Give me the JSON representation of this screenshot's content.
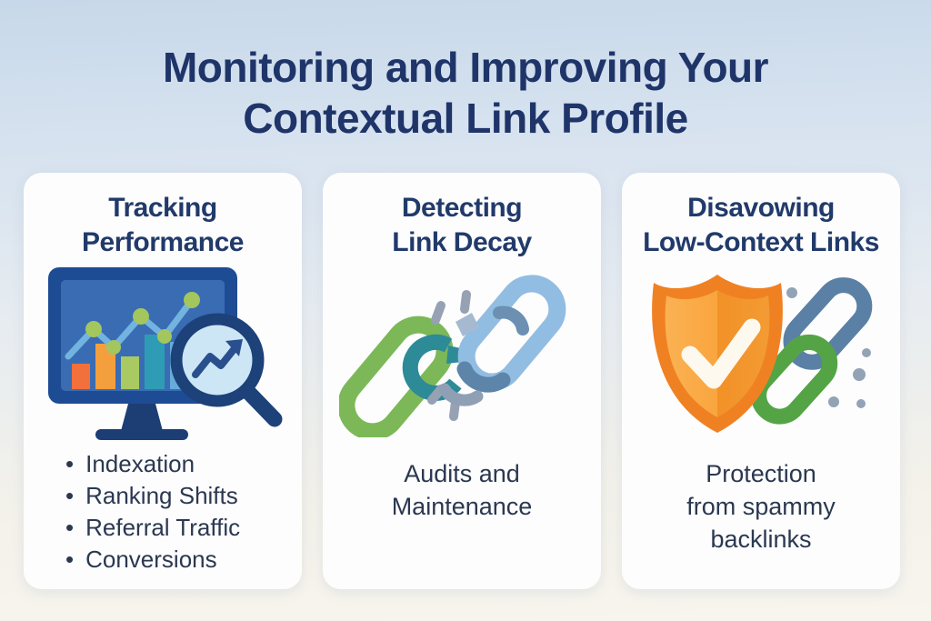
{
  "header": {
    "title_line1": "Monitoring and Improving Your",
    "title_line2": "Contextual Link Profile"
  },
  "cards": [
    {
      "title_line1": "Tracking",
      "title_line2": "Performance",
      "icon": "analytics-monitor-magnifier-icon",
      "bullets": [
        "Indexation",
        "Ranking Shifts",
        "Referral Traffic",
        "Conversions"
      ]
    },
    {
      "title_line1": "Detecting",
      "title_line2": "Link Decay",
      "icon": "broken-chain-icon",
      "caption_lines": [
        "Audits and",
        "Maintenance"
      ]
    },
    {
      "title_line1": "Disavowing",
      "title_line2": "Low-Context Links",
      "icon": "shield-checkmark-chain-icon",
      "caption_lines": [
        "Protection",
        "from spammy",
        "backlinks"
      ]
    }
  ],
  "colors": {
    "title_navy": "#1f3569",
    "body_text": "#2b3850",
    "background_top": "#c7d8ea",
    "background_bottom": "#f8f5ee",
    "card_background": "#fdfdfe",
    "monitor_blue": "#1e4c94",
    "screen_blue": "#3a6cb4",
    "bar_orange_red": "#f2703b",
    "bar_orange": "#f49f3e",
    "bar_green": "#a9ca62",
    "bar_teal": "#2f9cb5",
    "bar_light_blue": "#66abd9",
    "chain_green": "#7cb858",
    "chain_teal": "#2d8a97",
    "chain_light_blue": "#92bde2",
    "chain_steel_blue": "#5d84a9",
    "shield_orange": "#f08122",
    "spark_gray": "#96a2b4"
  }
}
